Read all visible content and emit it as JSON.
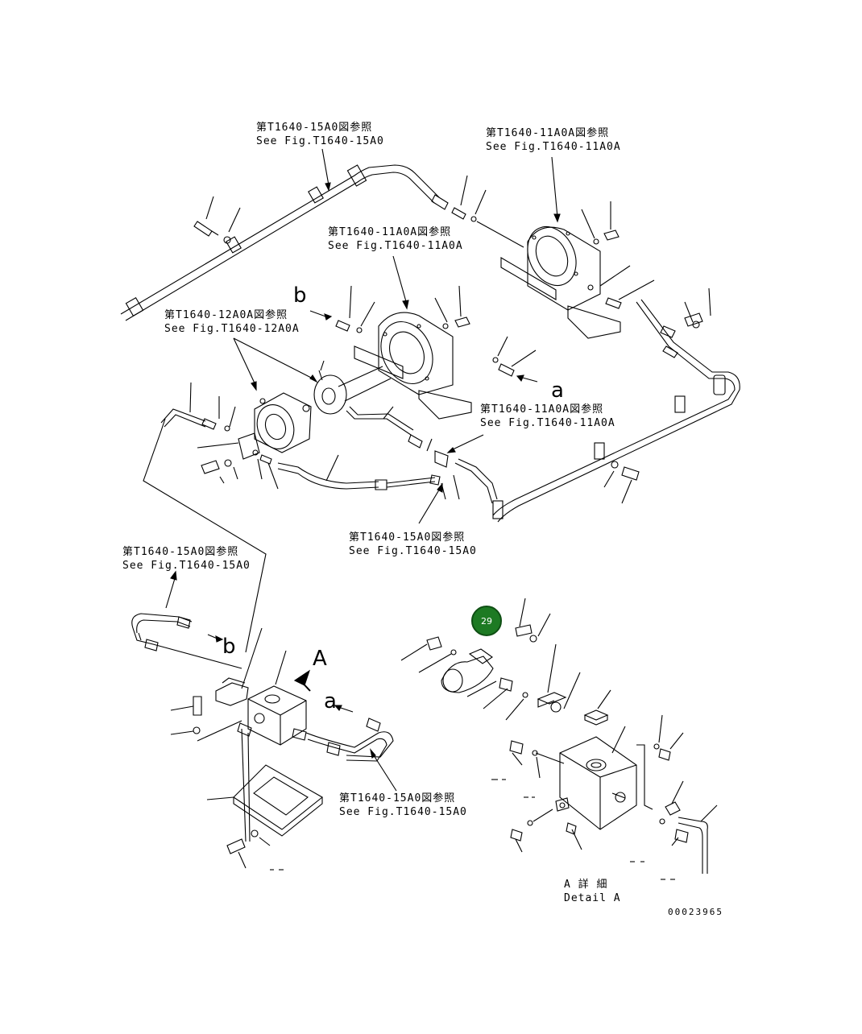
{
  "references": [
    {
      "jp": "第T1640-15A0図参照",
      "en": "See Fig.T1640-15A0"
    },
    {
      "jp": "第T1640-11A0A図参照",
      "en": "See Fig.T1640-11A0A"
    },
    {
      "jp": "第T1640-11A0A図参照",
      "en": "See Fig.T1640-11A0A"
    },
    {
      "jp": "第T1640-12A0A図参照",
      "en": "See Fig.T1640-12A0A"
    },
    {
      "jp": "第T1640-11A0A図参照",
      "en": "See Fig.T1640-11A0A"
    },
    {
      "jp": "第T1640-15A0図参照",
      "en": "See Fig.T1640-15A0"
    },
    {
      "jp": "第T1640-15A0図参照",
      "en": "See Fig.T1640-15A0"
    },
    {
      "jp": "第T1640-15A0図参照",
      "en": "See Fig.T1640-15A0"
    }
  ],
  "markers": {
    "a1": "a",
    "b1": "b",
    "a2": "a",
    "b2": "b",
    "view": "A"
  },
  "detail": {
    "jp": "A 詳 細",
    "en": "Detail A"
  },
  "drawing_number": "00023965",
  "callout": {
    "number": "29",
    "color": "#1d7a23"
  }
}
